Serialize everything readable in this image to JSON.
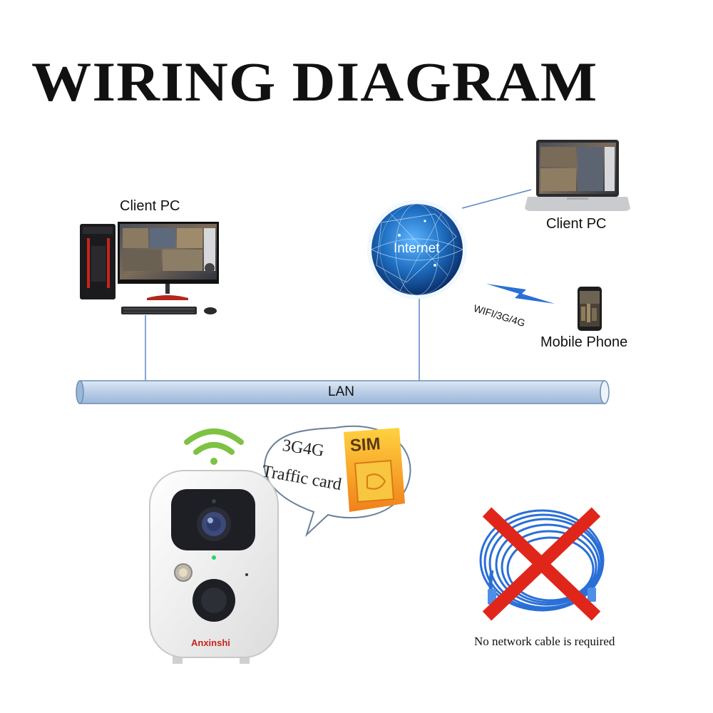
{
  "title": "WIRING DIAGRAM",
  "nodes": {
    "client_pc_desktop": "Client PC",
    "client_pc_laptop": "Client PC",
    "internet": "Internet",
    "mobile_phone": "Mobile Phone",
    "lan": "LAN"
  },
  "wireless_label": "WIFI/3G/4G",
  "speech_bubble": {
    "line1": "3G4G",
    "line2": "Traffic card",
    "sim_label": "SIM"
  },
  "camera_brand": "Anxinshi",
  "cable_note": "No network cable is required",
  "colors": {
    "lan_pipe": "#b9cde6",
    "link_line": "#5b86c6",
    "wifi_green": "#7dc242",
    "sim_orange": "#f39a1e",
    "cross_red": "#e0261b",
    "cable_blue": "#2a6fd6"
  }
}
